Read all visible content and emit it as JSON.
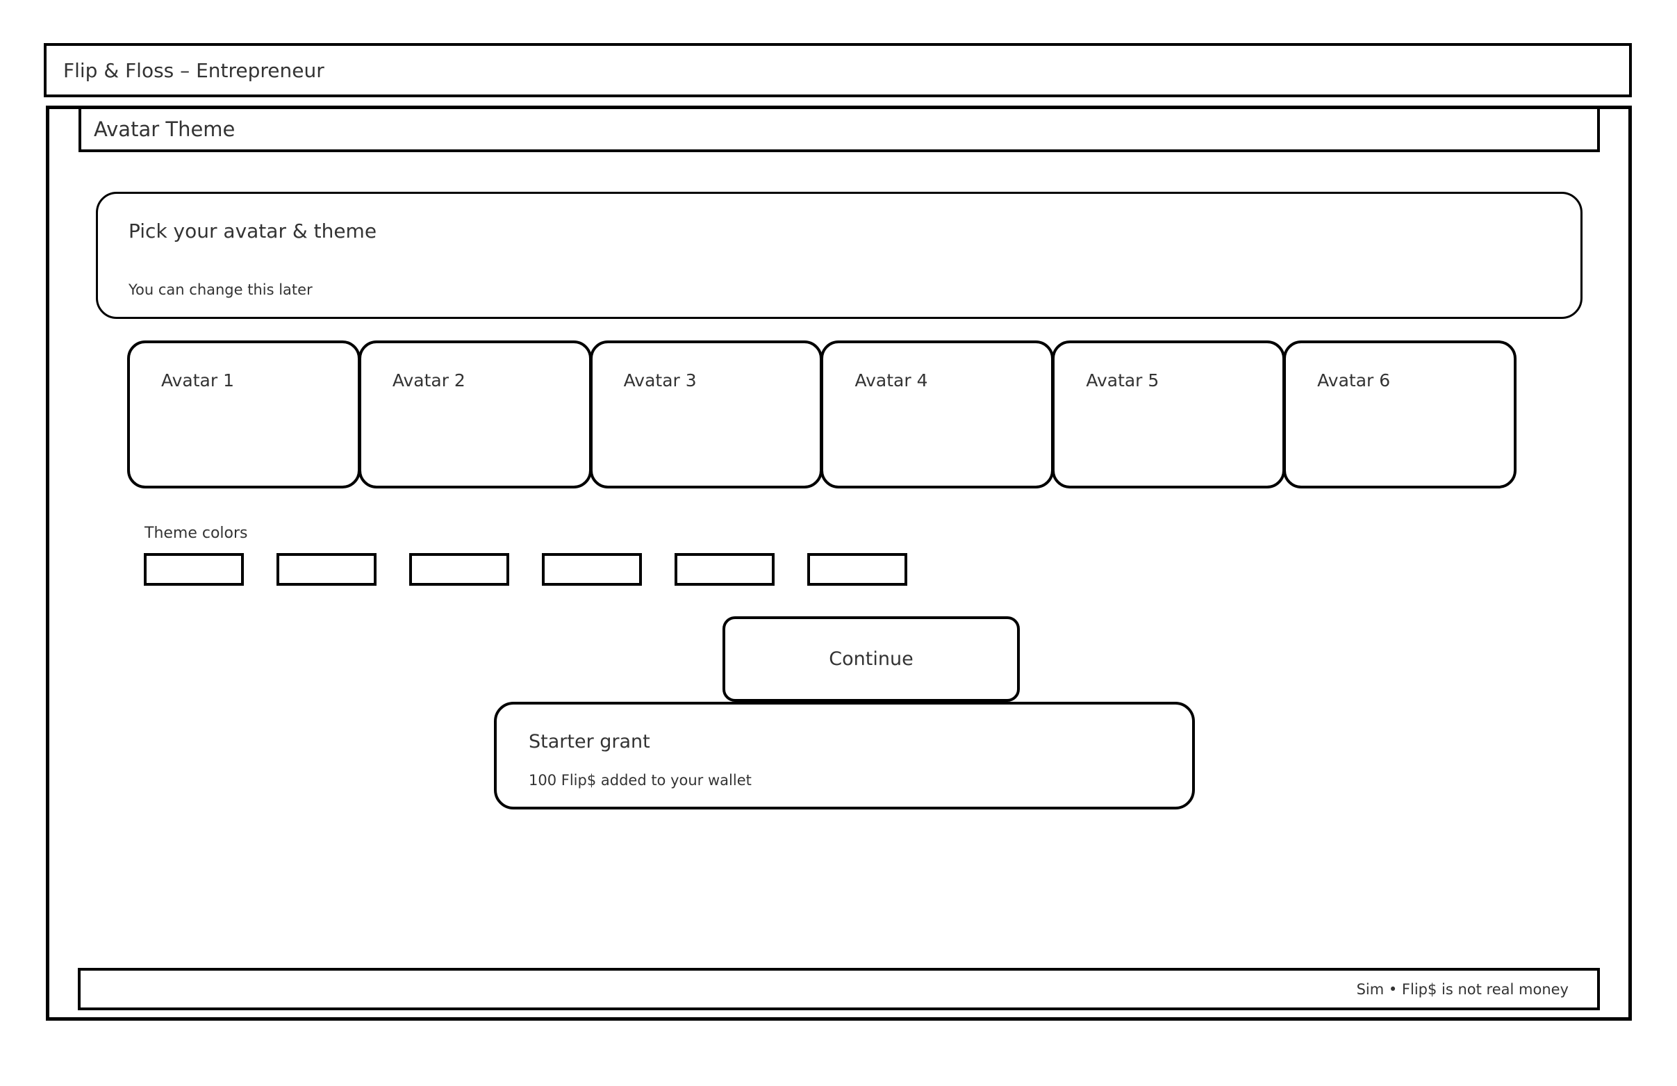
{
  "window": {
    "title": "Flip & Floss – Entrepreneur"
  },
  "header": {
    "title": "Avatar Theme"
  },
  "intro_card": {
    "title": "Pick your avatar & theme",
    "subtitle": "You can change this later"
  },
  "avatars": [
    {
      "label": "Avatar 1"
    },
    {
      "label": "Avatar 2"
    },
    {
      "label": "Avatar 3"
    },
    {
      "label": "Avatar 4"
    },
    {
      "label": "Avatar 5"
    },
    {
      "label": "Avatar 6"
    }
  ],
  "theme_colors": {
    "label": "Theme colors",
    "swatch_count": 6
  },
  "continue_button": {
    "label": "Continue"
  },
  "starter_grant": {
    "title": "Starter grant",
    "subtitle": "100 Flip$ added to your wallet"
  },
  "footer": {
    "note": "Sim • Flip$ is not real money"
  },
  "colors": {
    "background": "#ffffff",
    "border": "#000000",
    "text": "#333333"
  }
}
